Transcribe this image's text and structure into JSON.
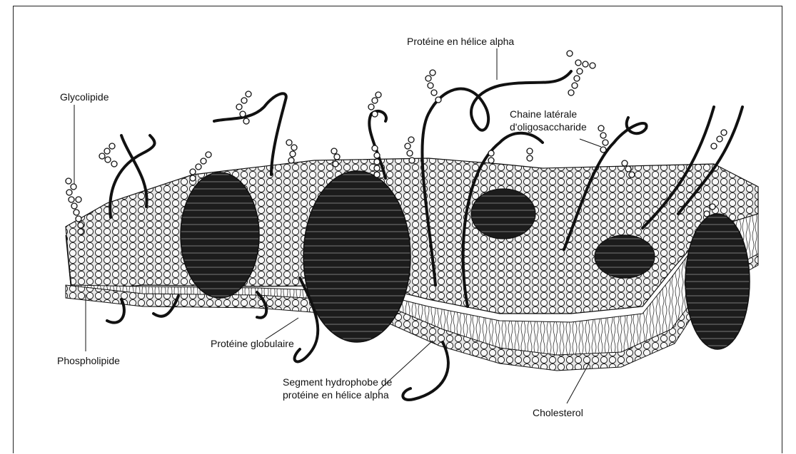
{
  "labels": {
    "glycolipide": "Glycolipide",
    "helice_alpha": "Protéine en hélice alpha",
    "chaine_line1": "Chaine latérale",
    "chaine_line2": "d'oligosaccharide",
    "phospholipide": "Phospholipide",
    "globulaire": "Protéine globulaire",
    "segment_line1": "Segment hydrophobe de",
    "segment_line2": "protéine en hélice alpha",
    "cholesterol": "Cholesterol"
  },
  "colors": {
    "ink": "#111111",
    "paper": "#ffffff",
    "protein": "#1c1c1c",
    "head_fill": "#f4f4f4"
  }
}
